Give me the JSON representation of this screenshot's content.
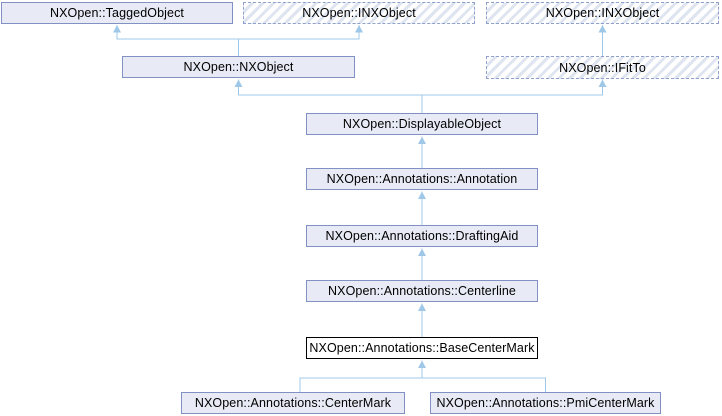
{
  "page": {
    "kind": "class-inheritance-diagram",
    "background": "#ffffff"
  },
  "diagram": {
    "current_class": "NXOpen::Annotations::BaseCenterMark",
    "nodes": [
      {
        "id": "tagged-object",
        "label": "NXOpen::TaggedObject",
        "style": "solid",
        "linked": true
      },
      {
        "id": "inxobject-1",
        "label": "NXOpen::INXObject",
        "style": "hatched",
        "linked": false
      },
      {
        "id": "inxobject-2",
        "label": "NXOpen::INXObject",
        "style": "hatched",
        "linked": false
      },
      {
        "id": "nxobject",
        "label": "NXOpen::NXObject",
        "style": "solid",
        "linked": true
      },
      {
        "id": "ifitto",
        "label": "NXOpen::IFitTo",
        "style": "hatched",
        "linked": false
      },
      {
        "id": "displayable-object",
        "label": "NXOpen::DisplayableObject",
        "style": "solid",
        "linked": true
      },
      {
        "id": "annotation",
        "label": "NXOpen::Annotations::Annotation",
        "style": "solid",
        "linked": true
      },
      {
        "id": "drafting-aid",
        "label": "NXOpen::Annotations::DraftingAid",
        "style": "solid",
        "linked": true
      },
      {
        "id": "centerline",
        "label": "NXOpen::Annotations::Centerline",
        "style": "solid",
        "linked": true
      },
      {
        "id": "base-center-mark",
        "label": "NXOpen::Annotations::BaseCenterMark",
        "style": "current",
        "linked": false
      },
      {
        "id": "center-mark",
        "label": "NXOpen::Annotations::CenterMark",
        "style": "solid",
        "linked": true
      },
      {
        "id": "pmi-center-mark",
        "label": "NXOpen::Annotations::PmiCenterMark",
        "style": "solid",
        "linked": true
      }
    ],
    "edges": [
      {
        "from": "nxobject",
        "to": "tagged-object"
      },
      {
        "from": "nxobject",
        "to": "inxobject-1"
      },
      {
        "from": "displayable-object",
        "to": "nxobject"
      },
      {
        "from": "displayable-object",
        "to": "ifitto"
      },
      {
        "from": "ifitto",
        "to": "inxobject-2"
      },
      {
        "from": "annotation",
        "to": "displayable-object"
      },
      {
        "from": "drafting-aid",
        "to": "annotation"
      },
      {
        "from": "centerline",
        "to": "drafting-aid"
      },
      {
        "from": "base-center-mark",
        "to": "centerline"
      },
      {
        "from": "center-mark",
        "to": "base-center-mark"
      },
      {
        "from": "pmi-center-mark",
        "to": "base-center-mark"
      }
    ],
    "colors": {
      "node_fill": "#e8ebf6",
      "node_border": "#8291c4",
      "hatched_stripe": "#dee4f0",
      "hatched_border": "#8fa0ca",
      "current_border": "#000000",
      "current_fill": "#ffffff",
      "edge": "#9fc8e8",
      "text": "#000000"
    }
  }
}
